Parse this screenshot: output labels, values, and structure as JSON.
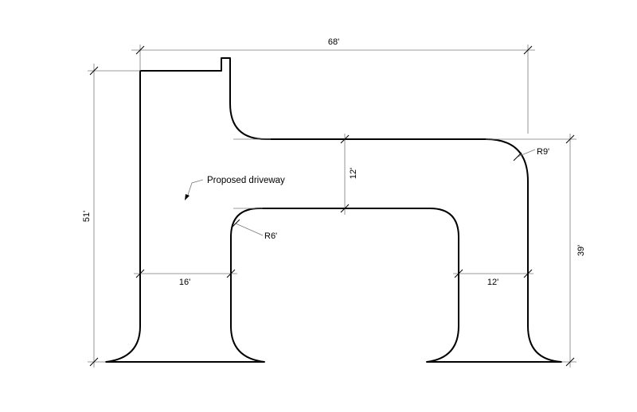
{
  "drawing": {
    "annotation": "Proposed driveway",
    "dimensions": {
      "overall_width": "68'",
      "overall_height": "51'",
      "right_height": "39'",
      "neck_width": "12'",
      "left_leg_width": "16'",
      "right_leg_width": "12'"
    },
    "radii": {
      "outer_corner": "R9'",
      "inner_corner": "R6'"
    }
  }
}
